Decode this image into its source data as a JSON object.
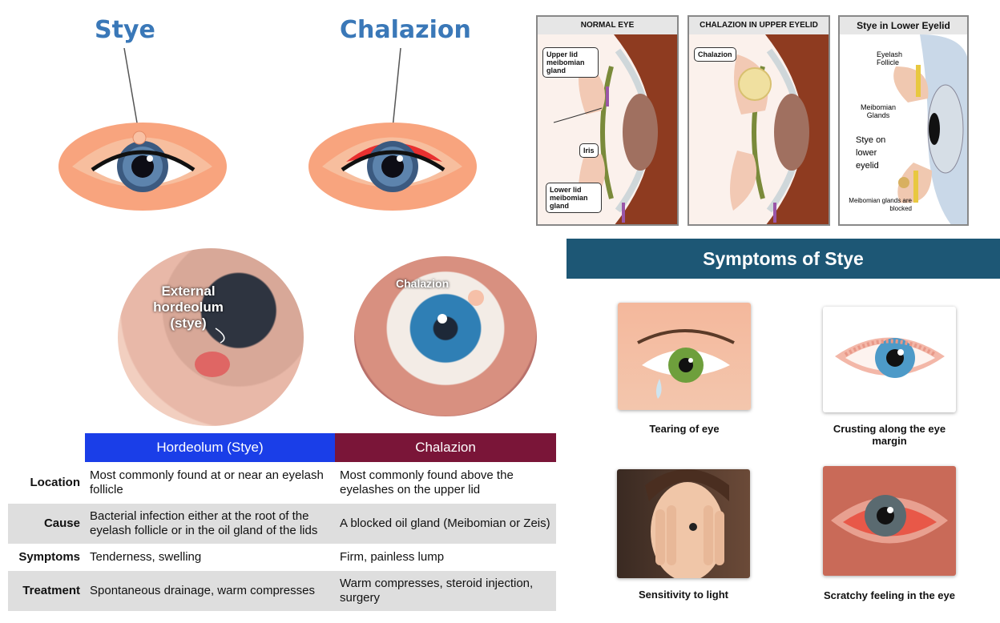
{
  "top_titles": {
    "stye": "Stye",
    "chalazion": "Chalazion"
  },
  "panels": {
    "normal": {
      "title": "NORMAL EYE",
      "upper": "Upper lid meibomian gland",
      "iris": "Iris",
      "lower": "Lower lid meibomian gland"
    },
    "chalazion": {
      "title": "CHALAZION IN UPPER EYELID",
      "label": "Chalazion"
    },
    "lower": {
      "title": "Stye in Lower Eyelid",
      "follicle": "Eyelash Follicle",
      "meibomian": "Meibomian Glands",
      "stye": "Stye on lower eyelid",
      "blocked": "Meibomian glands are blocked"
    }
  },
  "photos": {
    "left_label": "External hordeolum (stye)",
    "right_label": "Chalazion"
  },
  "symptoms": {
    "banner": "Symptoms of Stye",
    "items": [
      {
        "caption": "Tearing of eye"
      },
      {
        "caption": "Crusting along the eye margin"
      },
      {
        "caption": "Sensitivity to light"
      },
      {
        "caption": "Scratchy feeling in the eye"
      }
    ]
  },
  "table": {
    "headers": {
      "stye": "Hordeolum (Stye)",
      "chalazion": "Chalazion"
    },
    "rows": [
      {
        "label": "Location",
        "stye": "Most commonly found at or near an eyelash follicle",
        "chalazion": "Most commonly found above the eyelashes on the upper lid"
      },
      {
        "label": "Cause",
        "stye": "Bacterial infection either at the root of the eyelash follicle or in the oil gland of the lids",
        "chalazion": "A blocked oil gland (Meibomian or Zeis)"
      },
      {
        "label": "Symptoms",
        "stye": "Tenderness, swelling",
        "chalazion": "Firm, painless lump"
      },
      {
        "label": "Treatment",
        "stye": "Spontaneous drainage, warm compresses",
        "chalazion": "Warm compresses, steroid injection, surgery"
      }
    ],
    "colors": {
      "stye_header": "#1a3ee8",
      "chalazion_header": "#7a1538",
      "row_gray": "#dedede"
    }
  }
}
